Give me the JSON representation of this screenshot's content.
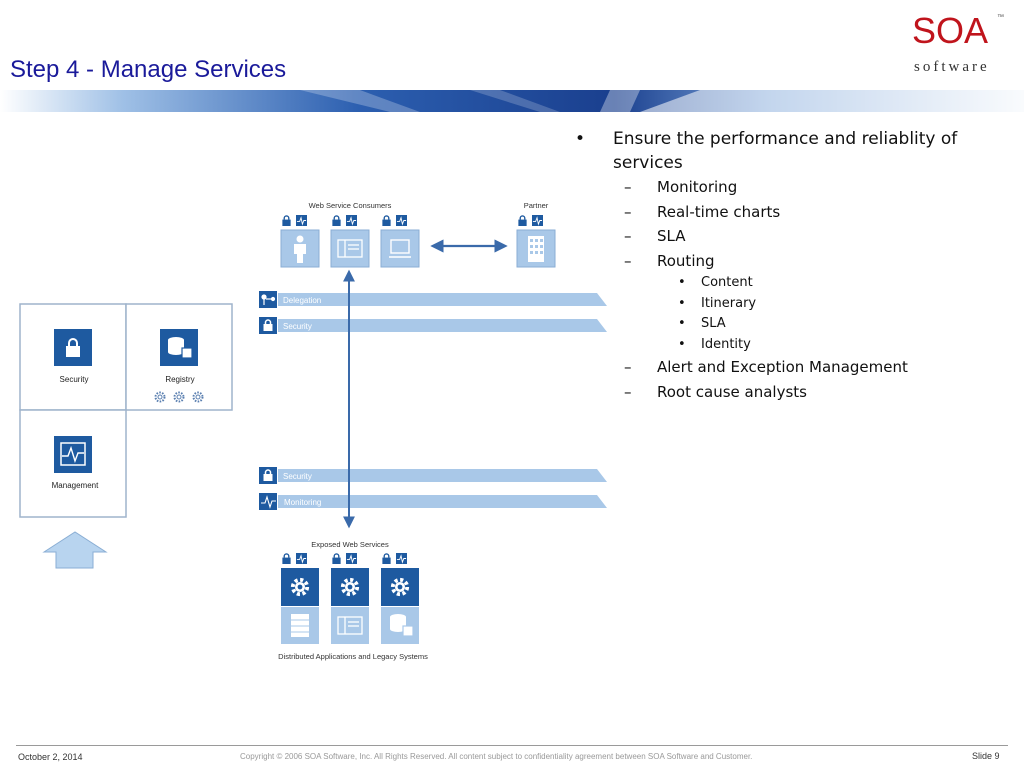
{
  "title": "Step 4 - Manage Services",
  "logo": {
    "main": "SOA",
    "sub": "software",
    "tm": "™"
  },
  "bullets": {
    "main": "Ensure the performance and reliablity of services",
    "items": [
      {
        "text": "Monitoring",
        "sub": []
      },
      {
        "text": "Real-time charts",
        "sub": []
      },
      {
        "text": "SLA",
        "sub": []
      },
      {
        "text": "Routing",
        "sub": [
          "Content",
          "Itinerary",
          "SLA",
          "Identity"
        ]
      },
      {
        "text": "Alert and Exception Management",
        "sub": []
      },
      {
        "text": "Root cause analysts",
        "sub": []
      }
    ]
  },
  "diagram": {
    "consumers_label": "Web Service Consumers",
    "partner_label": "Partner",
    "bars": {
      "delegation": "Delegation",
      "security_top": "Security",
      "security_bottom": "Security",
      "monitoring": "Monitoring"
    },
    "panel": {
      "security": "Security",
      "registry": "Registry",
      "management": "Management"
    },
    "exposed_label": "Exposed Web Services",
    "legacy_label": "Distributed Applications and Legacy Systems"
  },
  "footer": {
    "date": "October 2, 2014",
    "copyright": "Copyright © 2006 SOA Software, Inc. All Rights Reserved. All content subject to confidentiality agreement between SOA Software and Customer.",
    "slide": "Slide 9"
  },
  "colors": {
    "title": "#1a1a9a",
    "logo": "#c0141c",
    "icon_dark": "#1e5aa0",
    "icon_light": "#a9c8e8",
    "bar": "#a9c8e8",
    "arrow": "#3a6aaa"
  }
}
